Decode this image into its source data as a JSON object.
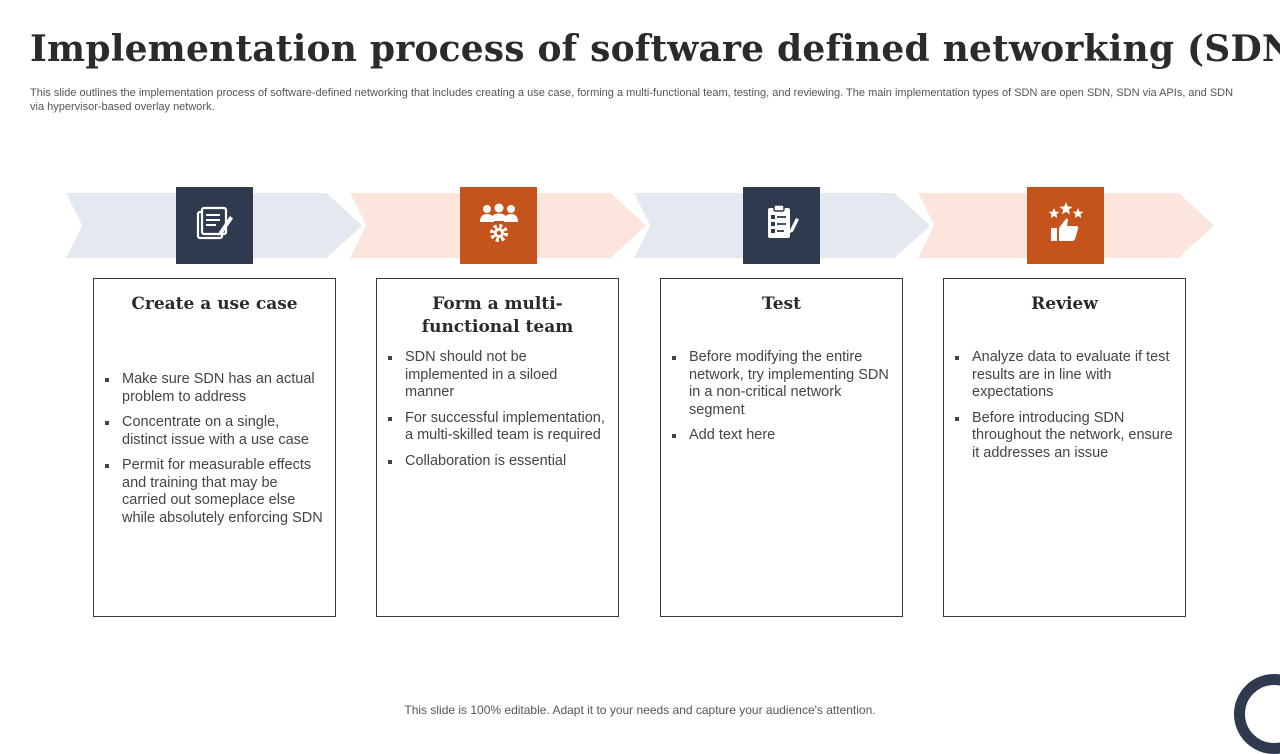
{
  "slide": {
    "title": "Implementation process of software defined networking (SDN)",
    "subtitle": "This slide outlines the implementation process of software-defined networking that includes creating a use case, forming a multi-functional team, testing, and reviewing. The main implementation types of SDN are open SDN, SDN via APIs, and SDN via hypervisor-based overlay network.",
    "footer": "This slide is 100% editable. Adapt it to your needs and capture your audience's attention."
  },
  "colors": {
    "navy": "#2f3a4f",
    "orange": "#c5541c",
    "chevron_gray": "#e4e8ef",
    "chevron_peach": "#fbe5dc"
  },
  "steps": [
    {
      "icon": "document-edit-icon",
      "title": "Create a use case",
      "bullets": [
        "Make sure SDN has an actual problem to address",
        "Concentrate on a single, distinct issue with a use case",
        "Permit for measurable effects and training that may be carried out someplace else while absolutely enforcing SDN"
      ]
    },
    {
      "icon": "team-gear-icon",
      "title": "Form a multi-functional team",
      "bullets": [
        "SDN should not be implemented in a siloed manner",
        "For successful implementation, a multi-skilled team is required",
        "Collaboration is essential"
      ]
    },
    {
      "icon": "clipboard-checklist-icon",
      "title": "Test",
      "bullets": [
        "Before modifying the entire network, try implementing SDN in a non-critical network segment",
        "Add text here"
      ]
    },
    {
      "icon": "thumbs-up-stars-icon",
      "title": "Review",
      "bullets": [
        "Analyze data to evaluate if test results are in line with expectations",
        "Before introducing SDN throughout the network, ensure it addresses an issue"
      ]
    }
  ]
}
